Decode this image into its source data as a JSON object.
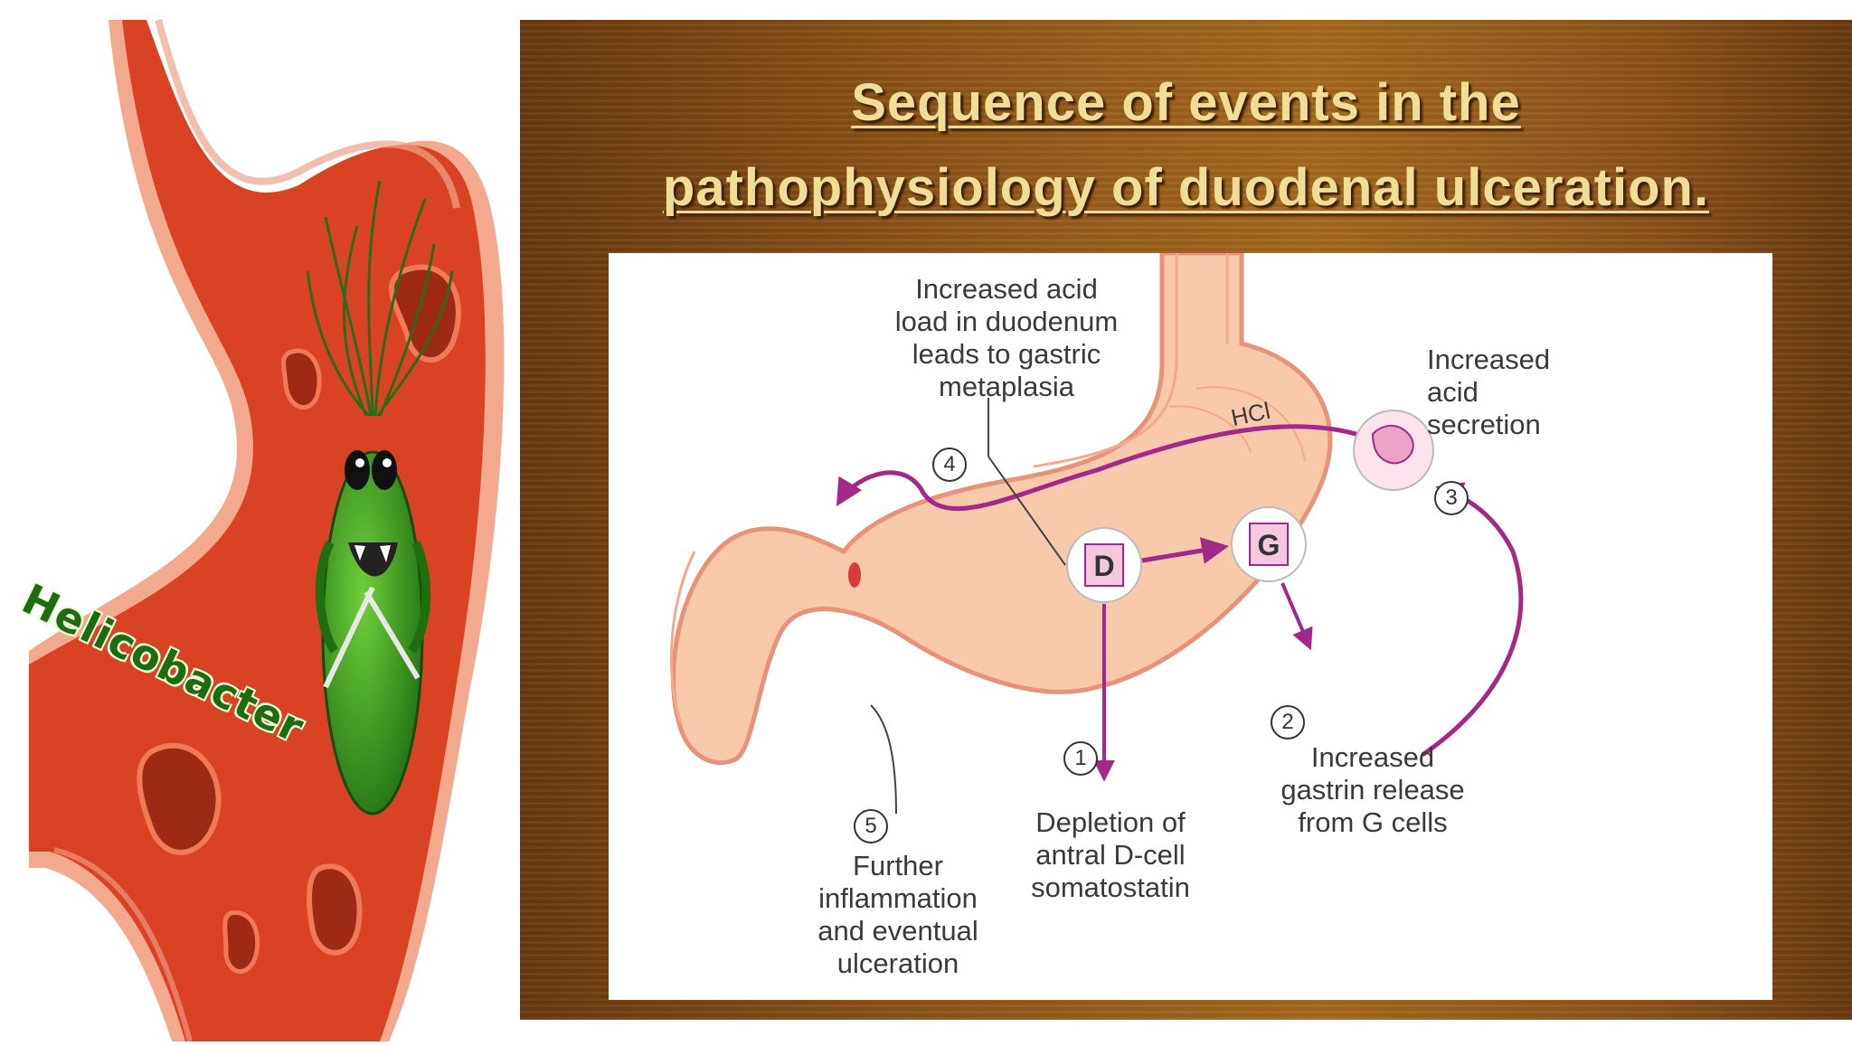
{
  "left_image": {
    "brand_text": "Helicobacter"
  },
  "slide": {
    "title_line_1": "Sequence of events in the",
    "title_line_2": "pathophysiology of duodenal ulceration.",
    "colors": {
      "title": "#f2dd95",
      "stomach_fill": "#f8c9ab",
      "stomach_outline": "#e9927a",
      "arrow": "#a2288a"
    }
  },
  "diagram": {
    "labels": {
      "acid_load": "Increased acid\nload in duodenum\nleads to gastric\nmetaplasia",
      "acid_secretion": "Increased\nacid\nsecretion",
      "hcl": "HCl",
      "gastrin": "Increased\ngastrin release\nfrom G cells",
      "depletion": "Depletion of\nantral D-cell\nsomatostatin",
      "ulceration": "Further\ninflammation\nand eventual\nulceration"
    },
    "cells": {
      "d_cell": "D",
      "g_cell": "G"
    },
    "steps": {
      "one": "1",
      "two": "2",
      "three": "3",
      "four": "4",
      "five": "5"
    }
  }
}
